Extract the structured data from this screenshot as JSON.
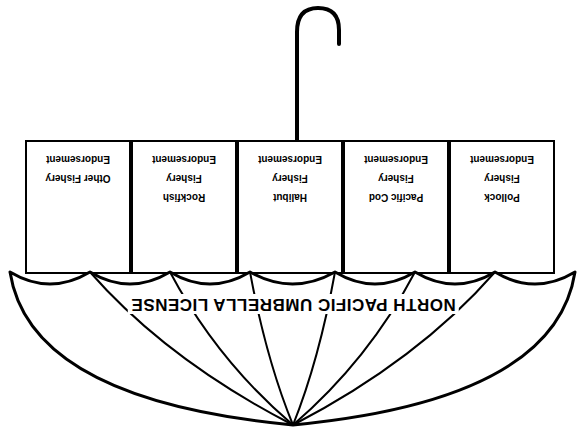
{
  "diagram": {
    "nodes": [
      {
        "text": [
          "NORTH PACIFIC UMBRELLA LICENSE"
        ]
      },
      {
        "text": [
          "Pollock Fishery Endorsement"
        ]
      },
      {
        "text": [
          "Pacific Cod Fishery Endorsement"
        ]
      },
      {
        "text": [
          "Halibut Fishery Endorsement"
        ]
      },
      {
        "text": [
          "Rockfish Fishery Endorsement"
        ]
      },
      {
        "text": [
          "Other Fishery Endorsement"
        ]
      }
    ]
  }
}
